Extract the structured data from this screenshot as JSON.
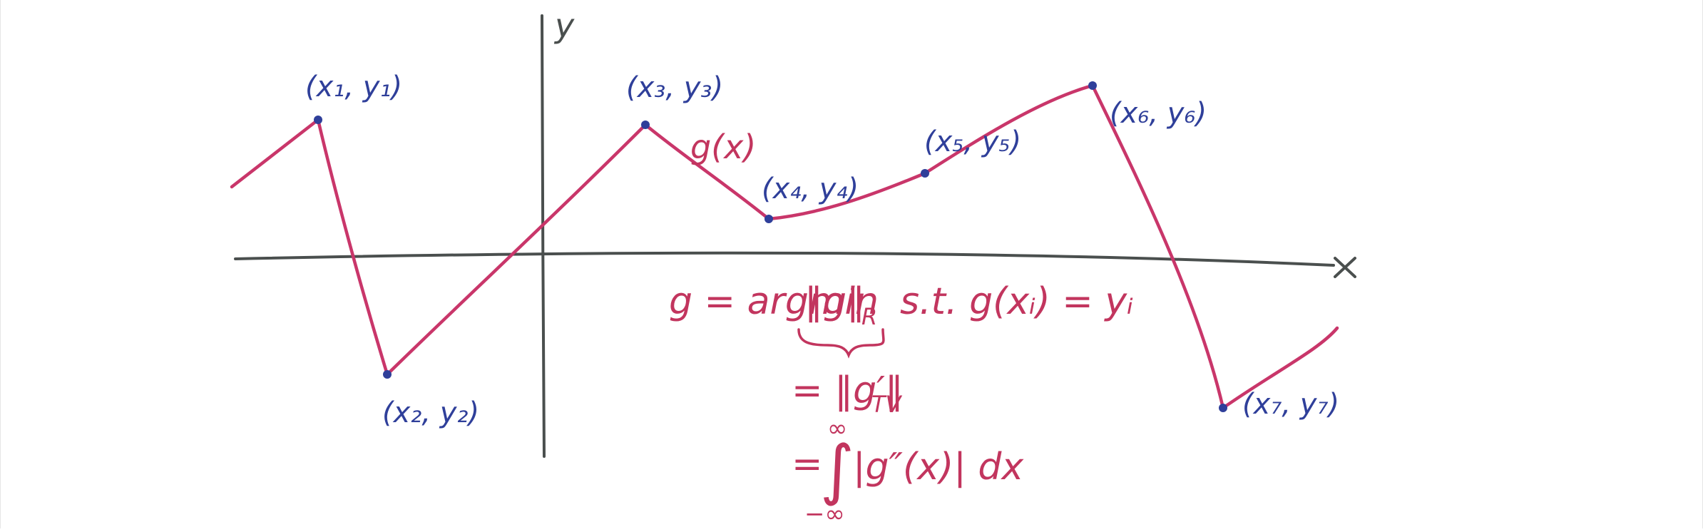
{
  "colors": {
    "curve": "#c9366a",
    "axis": "#4a4f4e",
    "point": "#2f3f9a",
    "label": "#2f3f9a",
    "math": "#c2355e"
  },
  "axes": {
    "x_label": "x",
    "y_label": "y"
  },
  "curve_label": "g(x)",
  "points": [
    {
      "id": "p1",
      "label": "(x₁, y₁)"
    },
    {
      "id": "p2",
      "label": "(x₂, y₂)"
    },
    {
      "id": "p3",
      "label": "(x₃, y₃)"
    },
    {
      "id": "p4",
      "label": "(x₄, y₄)"
    },
    {
      "id": "p5",
      "label": "(x₅, y₅)"
    },
    {
      "id": "p6",
      "label": "(x₆, y₆)"
    },
    {
      "id": "p7",
      "label": "(x₇, y₇)"
    }
  ],
  "equations": {
    "line1_left": "g = argmin ",
    "line1_norm": "‖g‖",
    "line1_norm_sub": "R",
    "line1_right": "s.t.  g(xᵢ) = yᵢ",
    "line2": "= ‖g′‖",
    "line2_sub": "TV",
    "line3_prefix": "=",
    "integral_sign": "∫",
    "integral_upper": "∞",
    "integral_lower": "−∞",
    "integrand": "|g″(x)| dx"
  }
}
